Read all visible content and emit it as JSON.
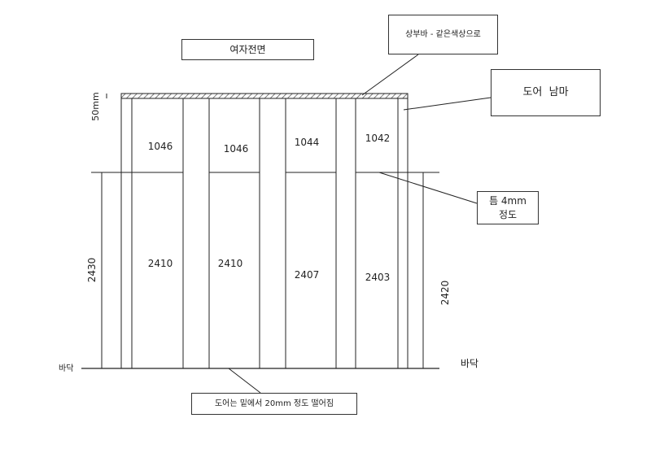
{
  "title": "여자전면",
  "callouts": {
    "top_bar": "상부바 - 같은색상으로",
    "door_transom": "도어  남마",
    "gap_line1": "틈 4mm",
    "gap_line2": "정도",
    "bottom_note": "도어는 밑에서 20mm 정도 떨어짐"
  },
  "dimensions": {
    "top_bar_height": "50mm",
    "left_total_height": "2430",
    "right_total_height": "2420",
    "floor_left": "바닥",
    "floor_right": "바닥"
  },
  "upper_panels": [
    "1046",
    "1046",
    "1044",
    "1042"
  ],
  "lower_panels": [
    "2410",
    "2410",
    "2407",
    "2403"
  ],
  "colors": {
    "line": "#222222",
    "hatch": "#444444"
  }
}
